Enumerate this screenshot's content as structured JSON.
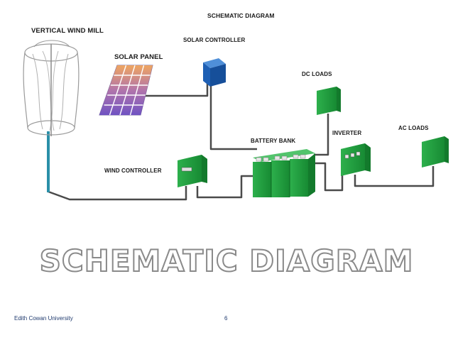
{
  "header": {
    "title": "SCHEMATIC DIAGRAM"
  },
  "labels": {
    "vertical_wind_mill": "VERTICAL WIND MILL",
    "solar_panel": "SOLAR PANEL",
    "solar_controller": "SOLAR CONTROLLER",
    "dc_loads": "DC LOADS",
    "battery_bank": "BATTERY BANK",
    "inverter": "INVERTER",
    "ac_loads": "AC LOADS",
    "wind_controller": "WIND CONTROLLER"
  },
  "banner": {
    "text": "SCHEMATIC DIAGRAM"
  },
  "footer": {
    "institution": "Edith Cowan University",
    "page_number": "6"
  },
  "colors": {
    "device_green": "#1f9a3c",
    "device_green_dark": "#137a2c",
    "solar_controller_blue": "#1e5fb4",
    "wire": "#4a4a4a",
    "wind_pole": "#2a8fa8",
    "solar_cell_top": "#f0a35a",
    "solar_cell_bottom": "#6a4cc0"
  }
}
